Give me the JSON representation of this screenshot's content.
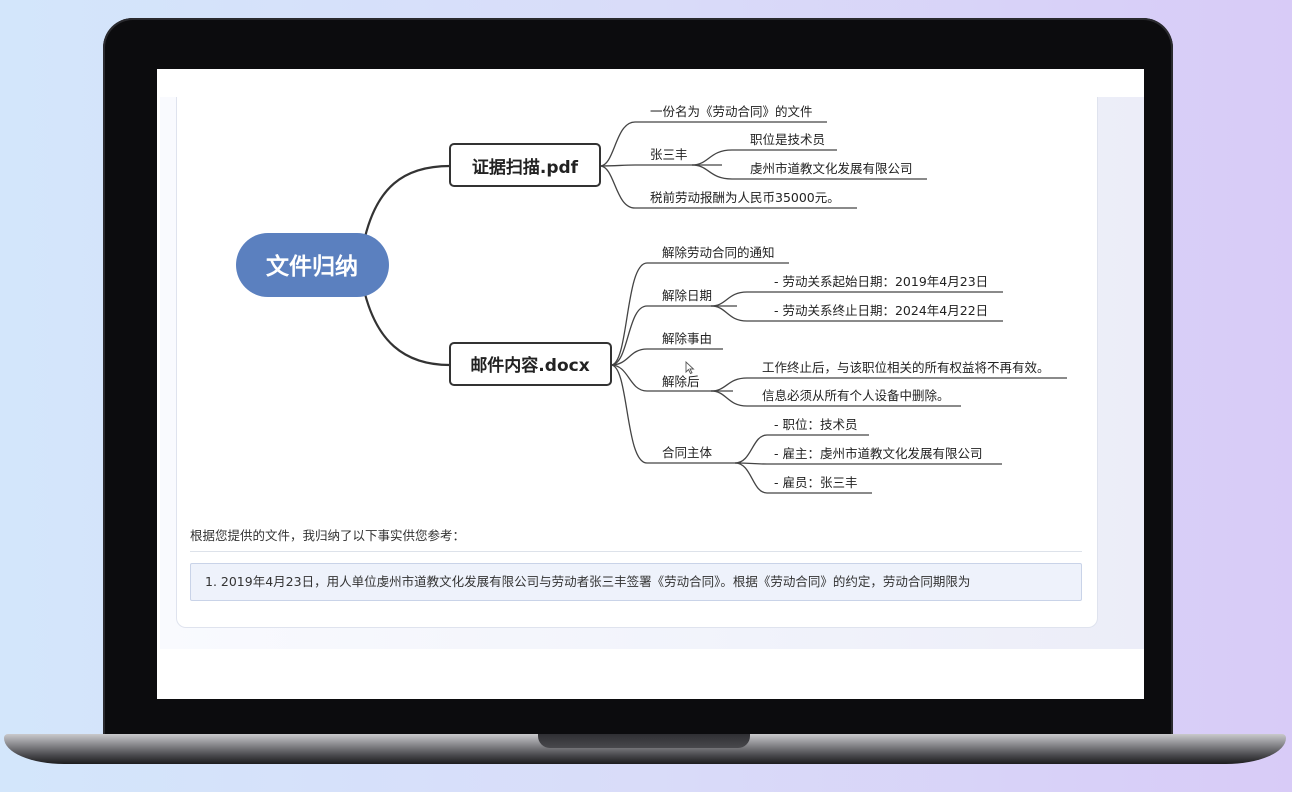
{
  "mindmap": {
    "root": "文件归纳",
    "branches": [
      {
        "label": "证据扫描.pdf",
        "children": [
          {
            "label": "一份名为《劳动合同》的文件"
          },
          {
            "label": "张三丰",
            "children": [
              "职位是技术员",
              "虔州市道教文化发展有限公司"
            ]
          },
          {
            "label": "税前劳动报酬为人民币35000元。"
          }
        ]
      },
      {
        "label": "邮件内容.docx",
        "children": [
          {
            "label": "解除劳动合同的通知"
          },
          {
            "label": "解除日期",
            "children": [
              "- 劳动关系起始日期：2019年4月23日",
              "- 劳动关系终止日期：2024年4月22日"
            ]
          },
          {
            "label": "解除事由"
          },
          {
            "label": "解除后",
            "children": [
              "工作终止后，与该职位相关的所有权益将不再有效。",
              "信息必须从所有个人设备中删除。"
            ]
          },
          {
            "label": "合同主体",
            "children": [
              "- 职位：技术员",
              "- 雇主：虔州市道教文化发展有限公司",
              "- 雇员：张三丰"
            ]
          }
        ]
      }
    ]
  },
  "summary": {
    "intro": "根据您提供的文件，我归纳了以下事实供您参考：",
    "fact_1": "1. 2019年4月23日，用人单位虔州市道教文化发展有限公司与劳动者张三丰签署《劳动合同》。根据《劳动合同》的约定，劳动合同期限为"
  },
  "colors": {
    "root_node": "#5b80bf",
    "fact_box_bg": "#eef2fb"
  }
}
